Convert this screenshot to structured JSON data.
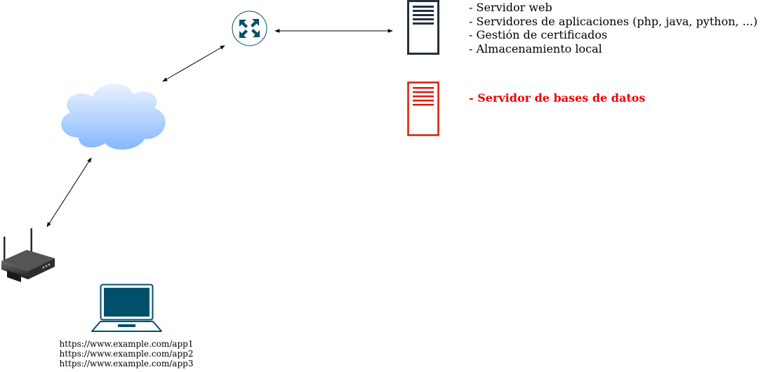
{
  "app_server": {
    "lines": [
      "- Servidor web",
      "- Servidores de aplicaciones (php, java, python, ...)",
      "- Gestión de certificados",
      "- Almacenamiento local"
    ]
  },
  "db_server": {
    "label": "- Servidor de bases de datos",
    "color": "#ee0000"
  },
  "client": {
    "urls": [
      "https://www.example.com/app1",
      "https://www.example.com/app2",
      "https://www.example.com/app3"
    ]
  },
  "icons": [
    "router-icon",
    "server-icon",
    "database-server-icon",
    "cloud-icon",
    "wireless-router-icon",
    "laptop-icon"
  ],
  "colors": {
    "server_stroke": "#23303d",
    "db_stroke": "#dd1a0b",
    "router_fill": "#00506b",
    "laptop_fill": "#00506b",
    "cloud_top": "#eaf2ff",
    "cloud_bottom": "#85b7ff"
  }
}
